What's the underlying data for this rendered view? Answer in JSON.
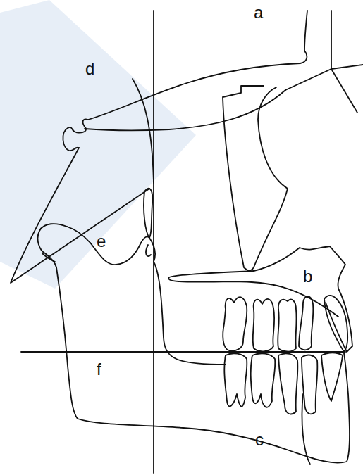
{
  "diagram": {
    "labels": [
      "a",
      "d",
      "e",
      "b",
      "f",
      "c"
    ]
  }
}
